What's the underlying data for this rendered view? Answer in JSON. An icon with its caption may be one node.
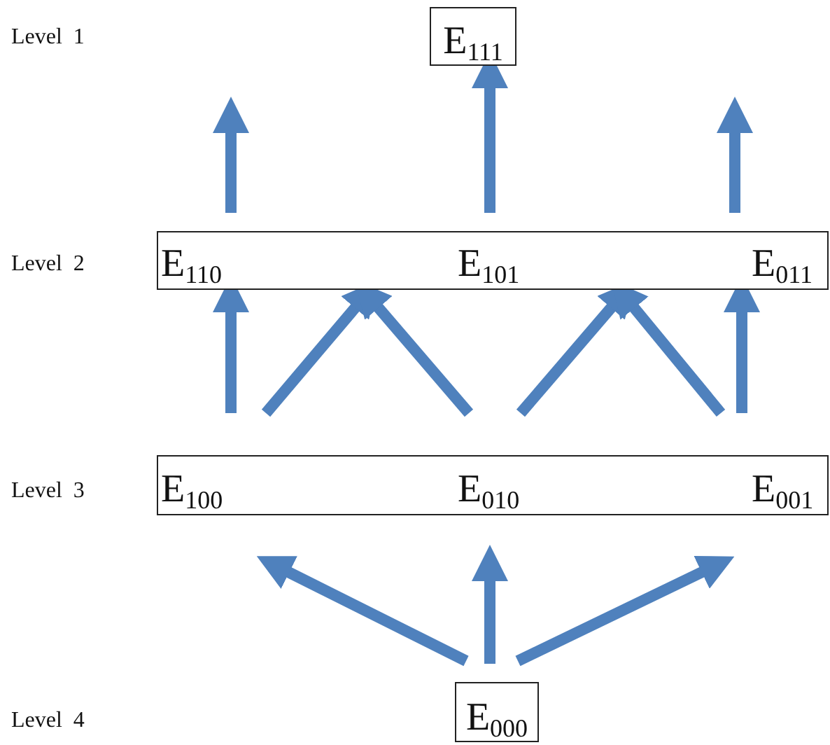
{
  "diagram": {
    "nodes": [
      {
        "text": [
          "E$_{111}$"
        ]
      },
      {
        "text": [],
        "shape": "box"
      },
      {
        "text": [
          "E$_{110}$"
        ],
        "in": 1
      },
      {
        "text": [
          "E$_{101}$"
        ],
        "in": 1
      },
      {
        "text": [
          "E$_{011}$"
        ],
        "in": 1
      },
      {
        "text": [],
        "shape": "box"
      },
      {
        "text": [
          "E$_{100}$"
        ],
        "in": 5
      },
      {
        "text": [
          "E$_{010}$"
        ],
        "in": 5
      },
      {
        "text": [
          "E$_{001}$"
        ],
        "in": 5
      },
      {
        "text": [
          "E$_{000}$"
        ]
      }
    ],
    "edges": [
      {
        "from": 2,
        "to": null,
        "arrow": "to"
      },
      {
        "from": 3,
        "to": 0,
        "arrow": "to"
      },
      {
        "from": 4,
        "to": null,
        "arrow": "to"
      },
      {
        "from": 6,
        "to": 2,
        "arrow": "to"
      },
      {
        "from": 6,
        "to": 1,
        "arrow": "to"
      },
      {
        "from": 7,
        "to": 1,
        "arrow": "to"
      },
      {
        "from": 7,
        "to": 1,
        "arrow": "to"
      },
      {
        "from": 8,
        "to": 1,
        "arrow": "to"
      },
      {
        "from": 8,
        "to": 4,
        "arrow": "to"
      },
      {
        "from": 9,
        "to": 6,
        "arrow": "to"
      },
      {
        "from": 9,
        "to": 7,
        "arrow": "to"
      },
      {
        "from": 9,
        "to": 8,
        "arrow": "to"
      }
    ],
    "labels": [
      "Level  1",
      "Level  2",
      "Level  3",
      "Level  4"
    ]
  }
}
